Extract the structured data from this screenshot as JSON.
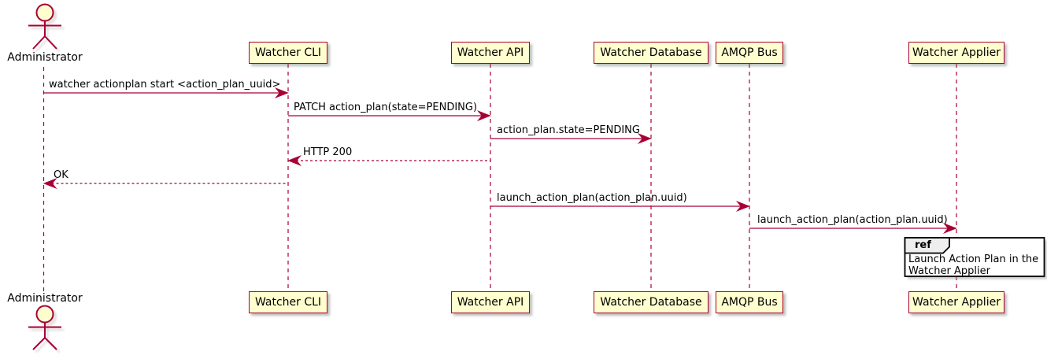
{
  "diagram": {
    "type": "sequence-diagram",
    "actor": {
      "name": "Administrator"
    },
    "participants": [
      {
        "label": "Watcher CLI"
      },
      {
        "label": "Watcher API"
      },
      {
        "label": "Watcher Database"
      },
      {
        "label": "AMQP Bus"
      },
      {
        "label": "Watcher Applier"
      }
    ],
    "messages": [
      {
        "label": "watcher actionplan start <action_plan_uuid>",
        "from": "Administrator",
        "to": "Watcher CLI",
        "line": "solid"
      },
      {
        "label": "PATCH action_plan(state=PENDING)",
        "from": "Watcher CLI",
        "to": "Watcher API",
        "line": "solid"
      },
      {
        "label": "action_plan.state=PENDING",
        "from": "Watcher API",
        "to": "Watcher Database",
        "line": "solid"
      },
      {
        "label": "HTTP 200",
        "from": "Watcher API",
        "to": "Watcher CLI",
        "line": "dashed"
      },
      {
        "label": "OK",
        "from": "Watcher CLI",
        "to": "Administrator",
        "line": "dashed"
      },
      {
        "label": "launch_action_plan(action_plan.uuid)",
        "from": "Watcher API",
        "to": "AMQP Bus",
        "line": "solid"
      },
      {
        "label": "launch_action_plan(action_plan.uuid)",
        "from": "AMQP Bus",
        "to": "Watcher Applier",
        "line": "solid"
      }
    ],
    "ref": {
      "operator": "ref",
      "line1": "Launch Action Plan in the",
      "line2": "Watcher Applier"
    },
    "colors": {
      "participant_fill": "#FEFECE",
      "stroke": "#A80036",
      "text": "#000000",
      "ref_border": "#000000",
      "ref_header_fill": "#EEEEEE",
      "background": "#FFFFFF"
    }
  }
}
